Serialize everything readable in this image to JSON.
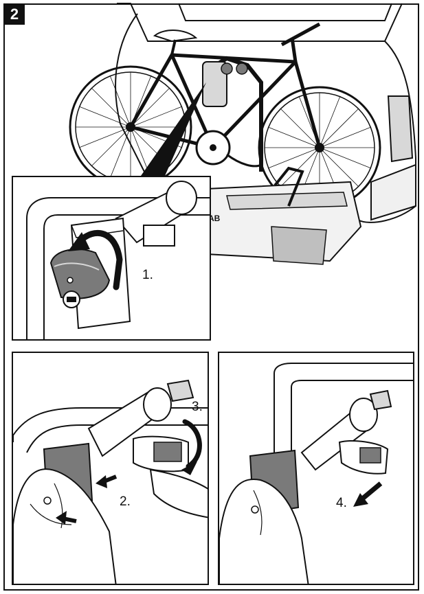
{
  "figure": {
    "number": "2"
  },
  "steps": {
    "step1": "1.",
    "step2": "2.",
    "step3": "3.",
    "step4": "4."
  },
  "colors": {
    "ink": "#111111",
    "shade": "#7a7a7a",
    "light": "#d8d8d8"
  },
  "icons": {
    "rotate": "curved-arrow-icon",
    "press": "push-arrow-icon",
    "pull": "pull-arrow-icon",
    "lock": "lock-icon"
  }
}
